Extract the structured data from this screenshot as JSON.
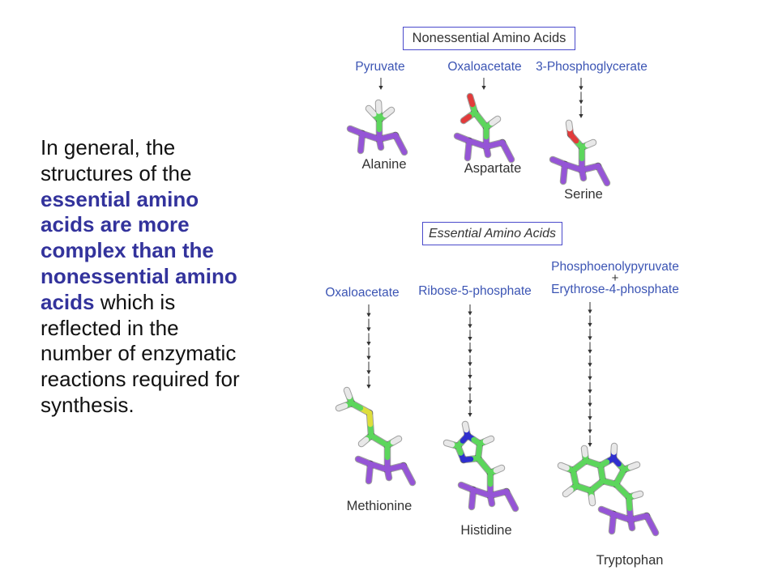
{
  "slide": {
    "body_text": {
      "lines": [
        {
          "runs": [
            {
              "text": "In general, the",
              "emphasis": false
            }
          ]
        },
        {
          "runs": [
            {
              "text": "structures of the",
              "emphasis": false
            }
          ]
        },
        {
          "runs": [
            {
              "text": "essential amino",
              "emphasis": true
            }
          ]
        },
        {
          "runs": [
            {
              "text": "acids are more",
              "emphasis": true
            }
          ]
        },
        {
          "runs": [
            {
              "text": "complex than the",
              "emphasis": true
            }
          ]
        },
        {
          "runs": [
            {
              "text": "nonessential amino",
              "emphasis": true
            }
          ]
        },
        {
          "runs": [
            {
              "text": "acids",
              "emphasis": true
            },
            {
              "text": " which is",
              "emphasis": false
            }
          ]
        },
        {
          "runs": [
            {
              "text": "reflected in the",
              "emphasis": false
            }
          ]
        },
        {
          "runs": [
            {
              "text": "number of enzymatic",
              "emphasis": false
            }
          ]
        },
        {
          "runs": [
            {
              "text": "reactions required for",
              "emphasis": false
            }
          ]
        },
        {
          "runs": [
            {
              "text": "synthesis.",
              "emphasis": false
            }
          ]
        }
      ]
    }
  },
  "diagram": {
    "nonessential": {
      "title": "Nonessential Amino Acids",
      "pathways": [
        {
          "precursors": [
            "Pyruvate"
          ],
          "arrows": 1,
          "product": "Alanine"
        },
        {
          "precursors": [
            "Oxaloacetate"
          ],
          "arrows": 1,
          "product": "Aspartate"
        },
        {
          "precursors": [
            "3-Phosphoglycerate"
          ],
          "arrows": 3,
          "product": "Serine"
        }
      ]
    },
    "essential": {
      "title": "Essential Amino Acids",
      "pathways": [
        {
          "precursors": [
            "Oxaloacetate"
          ],
          "arrows": 6,
          "product": "Methionine"
        },
        {
          "precursors": [
            "Ribose-5-phosphate"
          ],
          "arrows": 9,
          "product": "Histidine"
        },
        {
          "precursors": [
            "Phosphoenolypyruvate",
            "Erythrose-4-phosphate"
          ],
          "joiner": "+",
          "arrows": 11,
          "product": "Tryptophan"
        }
      ]
    }
  },
  "colors": {
    "body_text": "#111111",
    "emphasis_text": "#33339c",
    "box_border": "#4a4acb",
    "precursor_label": "#3c55b4",
    "product_label": "#333333",
    "arrow": "#333333",
    "atoms": {
      "backbone": "#9555d6",
      "carbon": "#5cd65c",
      "oxygen": "#e23b3b",
      "nitrogen": "#2f2fcf",
      "hydrogen": "#e8e8e8",
      "sulfur": "#dede3c"
    }
  }
}
